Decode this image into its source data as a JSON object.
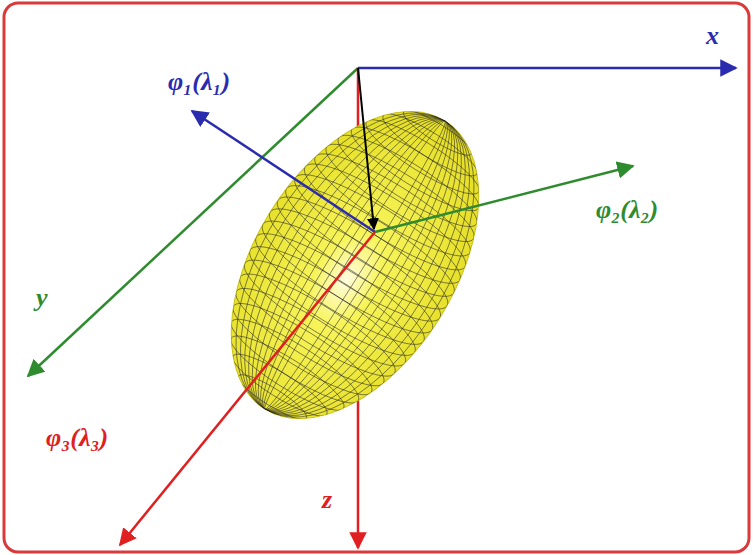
{
  "diagram": {
    "labels": [
      "x",
      "φ₁(λ₁)",
      "φ₂(λ₂)",
      "y",
      "φ₃(λ₃)",
      "z"
    ]
  }
}
